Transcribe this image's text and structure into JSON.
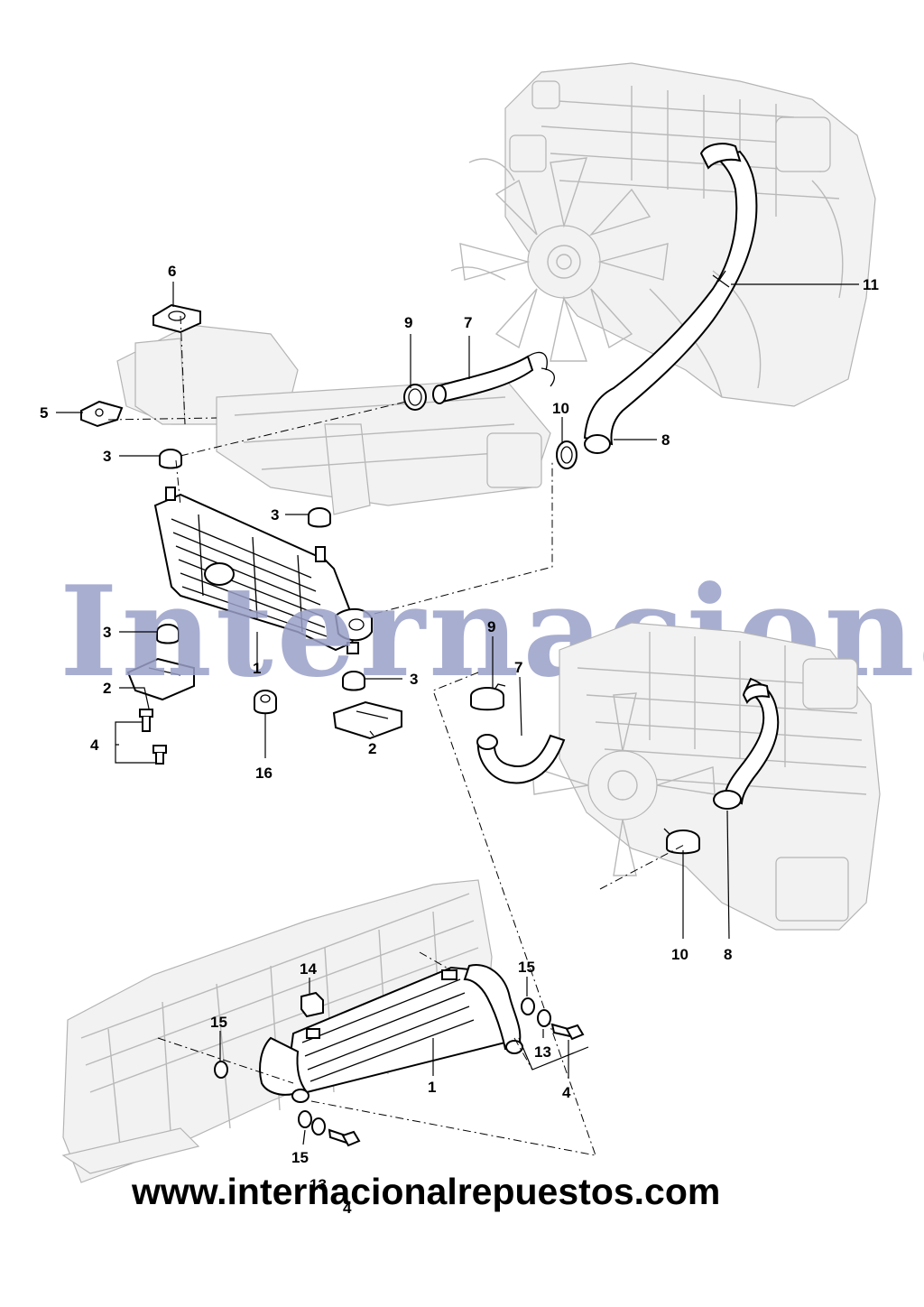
{
  "watermark": "Internacional",
  "website": "www.internacionalrepuestos.com",
  "callouts": {
    "upper": [
      {
        "id": "u6",
        "label": "6"
      },
      {
        "id": "u9",
        "label": "9"
      },
      {
        "id": "u7",
        "label": "7"
      },
      {
        "id": "u11",
        "label": "11"
      },
      {
        "id": "u10",
        "label": "10"
      },
      {
        "id": "u8",
        "label": "8"
      },
      {
        "id": "u5",
        "label": "5"
      },
      {
        "id": "u3a",
        "label": "3"
      },
      {
        "id": "u3b",
        "label": "3"
      },
      {
        "id": "u3c",
        "label": "3"
      },
      {
        "id": "u3d",
        "label": "3"
      },
      {
        "id": "u1",
        "label": "1"
      },
      {
        "id": "u2a",
        "label": "2"
      },
      {
        "id": "u2b",
        "label": "2"
      },
      {
        "id": "u4",
        "label": "4"
      },
      {
        "id": "u16",
        "label": "16"
      }
    ],
    "middle": [
      {
        "id": "m9",
        "label": "9"
      },
      {
        "id": "m7",
        "label": "7"
      },
      {
        "id": "m10",
        "label": "10"
      },
      {
        "id": "m8",
        "label": "8"
      }
    ],
    "lower": [
      {
        "id": "l14",
        "label": "14"
      },
      {
        "id": "l15a",
        "label": "15"
      },
      {
        "id": "l15b",
        "label": "15"
      },
      {
        "id": "l15c",
        "label": "15"
      },
      {
        "id": "l13a",
        "label": "13"
      },
      {
        "id": "l13b",
        "label": "13"
      },
      {
        "id": "l4a",
        "label": "4"
      },
      {
        "id": "l4b",
        "label": "4"
      },
      {
        "id": "l1",
        "label": "1"
      }
    ]
  }
}
